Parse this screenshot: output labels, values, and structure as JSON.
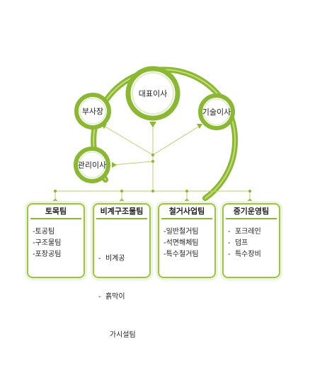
{
  "diagram": {
    "nodes": {
      "ceo": "대표이사",
      "vice_president": "부사장",
      "tech_director": "기술이사",
      "admin_director": "관리이사"
    },
    "teams": [
      {
        "name": "토목팀",
        "items": [
          "-토공팀",
          "-구조물팀",
          "-포장공팀"
        ]
      },
      {
        "name": "비계구조물팀",
        "items": [
          "-  비계공",
          "-  흙막이",
          "     가시설팀"
        ]
      },
      {
        "name": "철거사업팀",
        "items": [
          "-일반철거팀",
          "-석면해체팀",
          "-특수철거팀"
        ]
      },
      {
        "name": "중기운영팀",
        "items": [
          "-  포크레인",
          "-  덤프",
          "-  특수장비"
        ]
      }
    ]
  },
  "colors": {
    "accent": "#8ab832",
    "accent_light": "#c3de7a",
    "line": "#b6d36a"
  }
}
